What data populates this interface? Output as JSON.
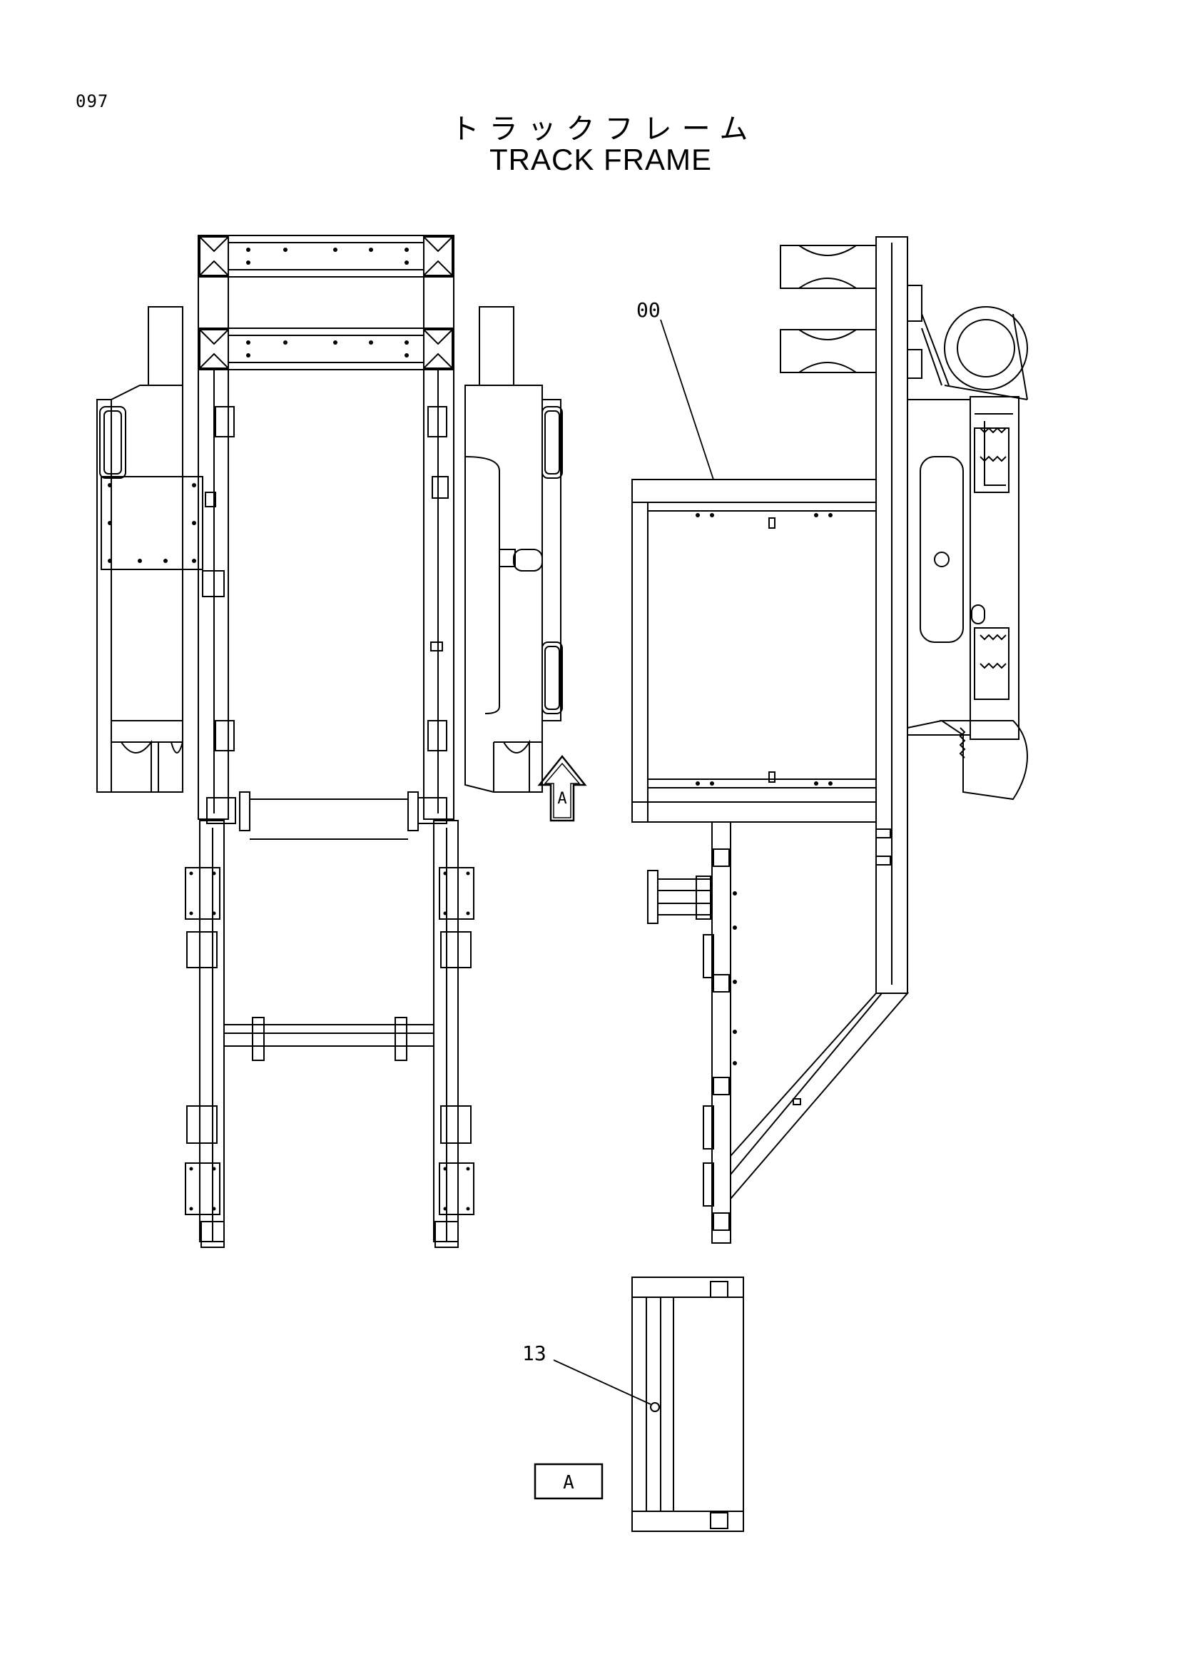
{
  "header": {
    "page_number": "097",
    "title_jp": "トラックフレーム",
    "title_en": "TRACK FRAME"
  },
  "callouts": {
    "part_00": "00",
    "part_13": "13",
    "view_arrow_label": "A",
    "detail_view_label": "A"
  }
}
